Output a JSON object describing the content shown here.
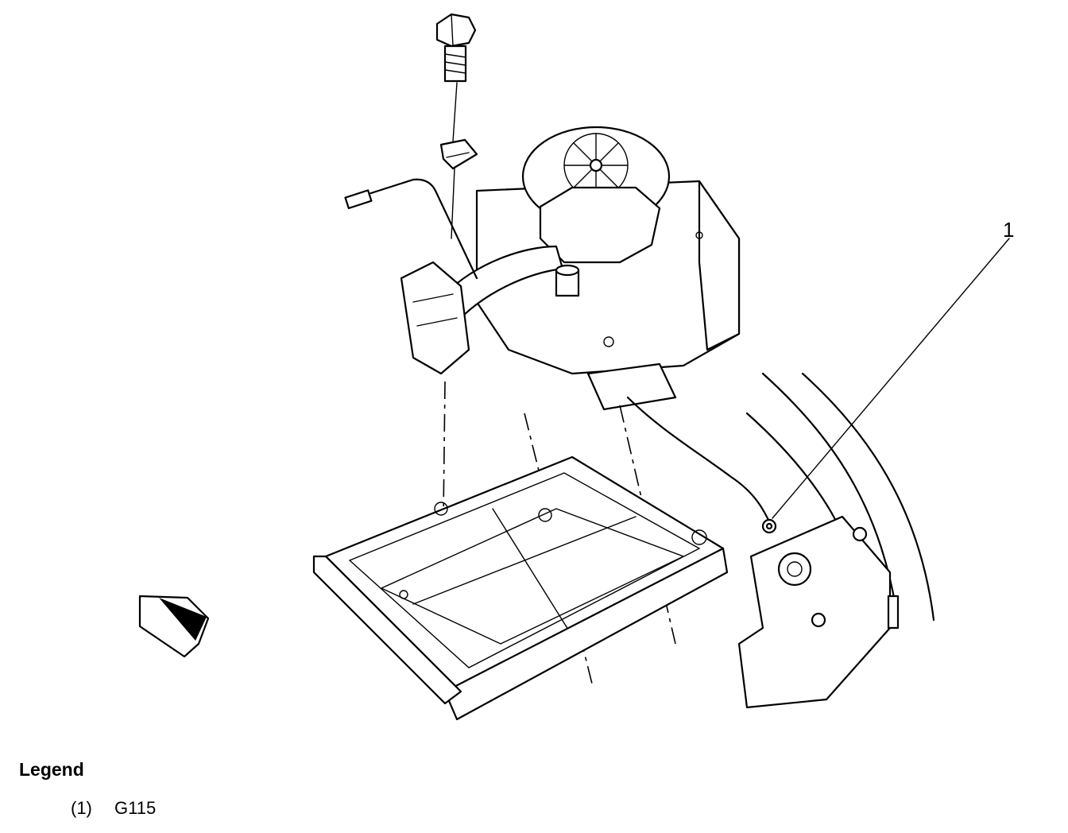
{
  "callouts": [
    {
      "number": "1"
    }
  ],
  "legend": {
    "title": "Legend",
    "items": [
      {
        "number": "(1)",
        "label": "G115"
      }
    ]
  }
}
